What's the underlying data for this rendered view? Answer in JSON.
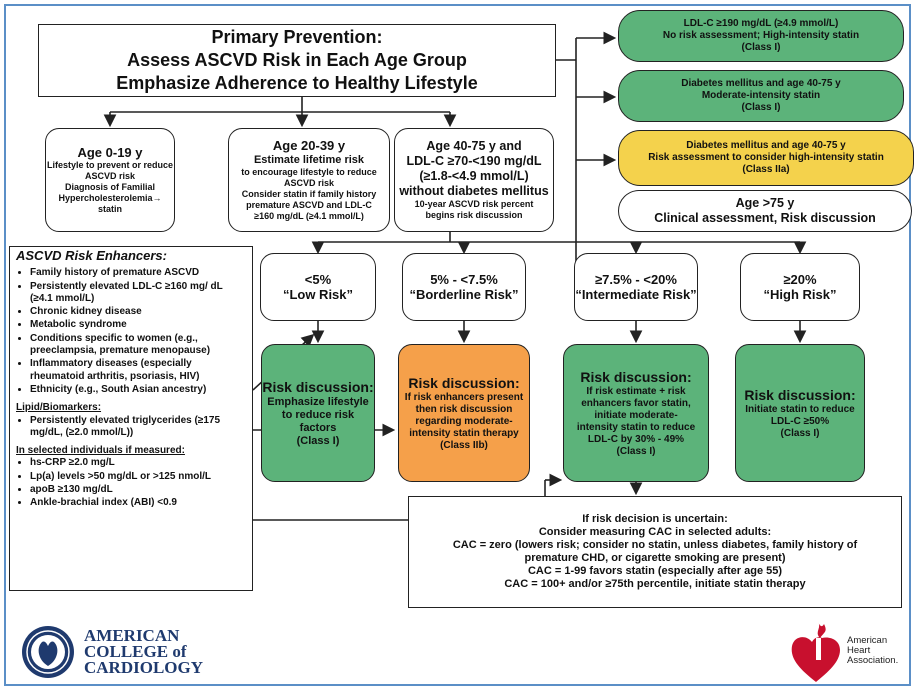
{
  "main": {
    "line1": "Primary Prevention:",
    "line2": "Assess ASCVD Risk in Each Age Group",
    "line3": "Emphasize Adherence to Healthy Lifestyle"
  },
  "age_groups": [
    {
      "lines": [
        "Age 0-19 y",
        "Lifestyle to prevent or reduce",
        "ASCVD risk",
        "Diagnosis of Familial",
        "Hypercholesterolemia→ statin"
      ]
    },
    {
      "lines": [
        "Age 20-39 y",
        "Estimate lifetime risk",
        "to encourage lifestyle to reduce",
        "ASCVD risk",
        "Consider statin if family history",
        "premature ASCVD and LDL-C",
        "≥160 mg/dL (≥4.1 mmol/L)"
      ]
    },
    {
      "lines": [
        "Age 40-75 y and",
        "LDL-C ≥70-<190 mg/dL",
        "(≥1.8-<4.9 mmol/L)",
        "without diabetes mellitus",
        "10-year ASCVD risk percent",
        "begins risk discussion"
      ]
    }
  ],
  "right_boxes": [
    {
      "lines": [
        "LDL-C ≥190 mg/dL (≥4.9 mmol/L)",
        "No risk assessment; High-intensity statin",
        "(Class I)"
      ],
      "color": "#5cb37a"
    },
    {
      "lines": [
        "Diabetes mellitus and age 40-75 y",
        "Moderate-intensity statin",
        "(Class I)"
      ],
      "color": "#5cb37a"
    },
    {
      "lines": [
        "Diabetes mellitus and age 40-75 y",
        "Risk assessment to consider high-intensity statin",
        "(Class IIa)"
      ],
      "color": "#f4d24c"
    },
    {
      "lines": [
        "Age >75 y",
        "Clinical assessment, Risk discussion"
      ],
      "color": "#ffffff"
    }
  ],
  "risk_levels": [
    {
      "range": "<5%",
      "label": "“Low Risk”"
    },
    {
      "range": "5% - <7.5%",
      "label": "“Borderline Risk”"
    },
    {
      "range": "≥7.5% - <20%",
      "label": "“Intermediate Risk”"
    },
    {
      "range": "≥20%",
      "label": "“High Risk”"
    }
  ],
  "discussions": [
    {
      "heading": "Risk discussion:",
      "lines": [
        "Emphasize lifestyle",
        "to reduce risk",
        "factors",
        "(Class I)"
      ],
      "color": "#5cb37a"
    },
    {
      "heading": "Risk discussion:",
      "lines": [
        "If risk enhancers present",
        "then risk discussion",
        "regarding moderate-",
        "intensity statin therapy",
        "(Class IIb)"
      ],
      "color": "#f5a04a"
    },
    {
      "heading": "Risk discussion:",
      "lines": [
        "If risk estimate + risk",
        "enhancers favor statin,",
        "initiate moderate-",
        "intensity statin to reduce",
        "LDL-C by 30% - 49%",
        "(Class I)"
      ],
      "color": "#5cb37a"
    },
    {
      "heading": "Risk discussion:",
      "lines": [
        "Initiate statin to reduce",
        "LDL-C ≥50%",
        "(Class I)"
      ],
      "color": "#5cb37a"
    }
  ],
  "enhancers": {
    "title": "ASCVD Risk Enhancers:",
    "items": [
      "Family history of premature ASCVD",
      "Persistently elevated LDL-C ≥160 mg/ dL (≥4.1 mmol/L)",
      "Chronic kidney disease",
      "Metabolic syndrome",
      "Conditions specific to women (e.g., preeclampsia, premature menopause)",
      "Inflammatory diseases (especially rheumatoid arthritis, psoriasis, HIV)",
      "Ethnicity (e.g., South Asian ancestry)"
    ],
    "lipid_title": "Lipid/Biomarkers:",
    "lipid_items": [
      "Persistently elevated triglycerides (≥175 mg/dL, (≥2.0 mmol/L))"
    ],
    "selected_title": "In selected individuals if measured:",
    "selected_items": [
      "hs-CRP ≥2.0 mg/L",
      "Lp(a) levels >50 mg/dL or >125 nmol/L",
      "apoB ≥130 mg/dL",
      "Ankle-brachial index (ABI) <0.9"
    ]
  },
  "cac": {
    "lines": [
      "If risk decision is uncertain:",
      "Consider measuring CAC in selected adults:",
      "CAC = zero (lowers risk; consider no statin, unless diabetes, family history of",
      "premature CHD, or cigarette smoking are present)",
      "CAC = 1-99 favors statin (especially after age 55)",
      "CAC = 100+ and/or ≥75th percentile, initiate statin therapy"
    ]
  },
  "logos": {
    "acc": [
      "AMERICAN",
      "COLLEGE of",
      "CARDIOLOGY"
    ],
    "aha": [
      "American",
      "Heart",
      "Association."
    ]
  },
  "colors": {
    "green": "#5cb37a",
    "yellow": "#f4d24c",
    "orange": "#f5a04a",
    "frame": "#5b8fc7"
  }
}
